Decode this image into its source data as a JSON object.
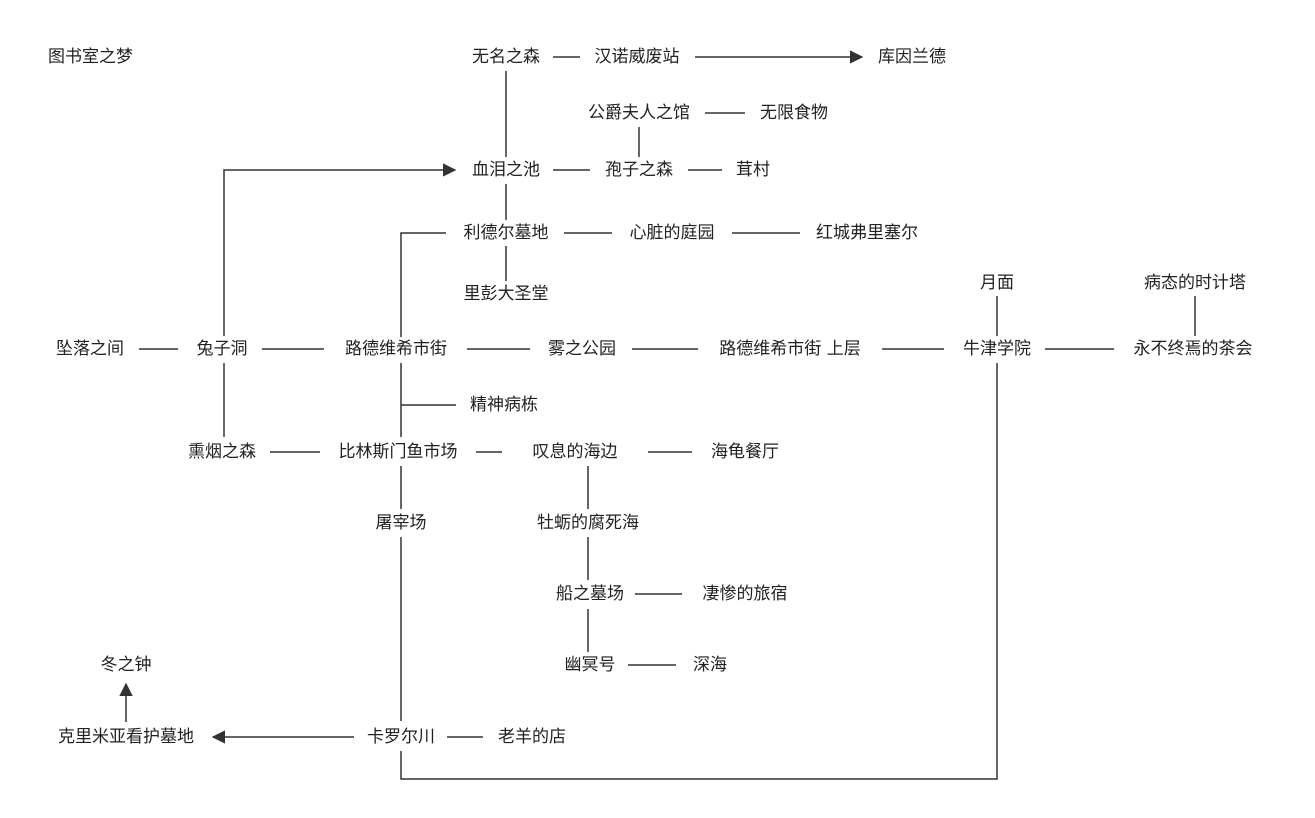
{
  "title": "图书室之梦",
  "nodes": {
    "wuming": "无名之森",
    "hannover": "汉诺威废站",
    "kuyin": "库因兰德",
    "gongjue": "公爵夫人之馆",
    "wuxian": "无限食物",
    "xuelei": "血泪之池",
    "baozi": "孢子之森",
    "ercun": "茸村",
    "lide": "利德尔墓地",
    "xinzang": "心脏的庭园",
    "hongcheng": "红城弗里塞尔",
    "lipeng": "里彭大圣堂",
    "yuemian": "月面",
    "bingtai": "病态的时计塔",
    "zhuiluo": "坠落之间",
    "tuzi": "兔子洞",
    "ludeweixi": "路德维希市街",
    "wuzhi": "雾之公园",
    "ludeweixi_up": "路德维希市街 上层",
    "niujin": "牛津学院",
    "yongbu": "永不终焉的茶会",
    "jingshen": "精神病栋",
    "xunyan": "熏烟之森",
    "bilin": "比林斯门鱼市场",
    "tanxi": "叹息的海边",
    "haigui": "海龟餐厅",
    "tuzai": "屠宰场",
    "muli": "牡蛎的腐死海",
    "chuan": "船之墓场",
    "qican": "凄惨的旅宿",
    "youming": "幽冥号",
    "shenhai": "深海",
    "dongzhi": "冬之钟",
    "kelimi": "克里米亚看护墓地",
    "kaluoer": "卡罗尔川",
    "laoyang": "老羊的店"
  }
}
